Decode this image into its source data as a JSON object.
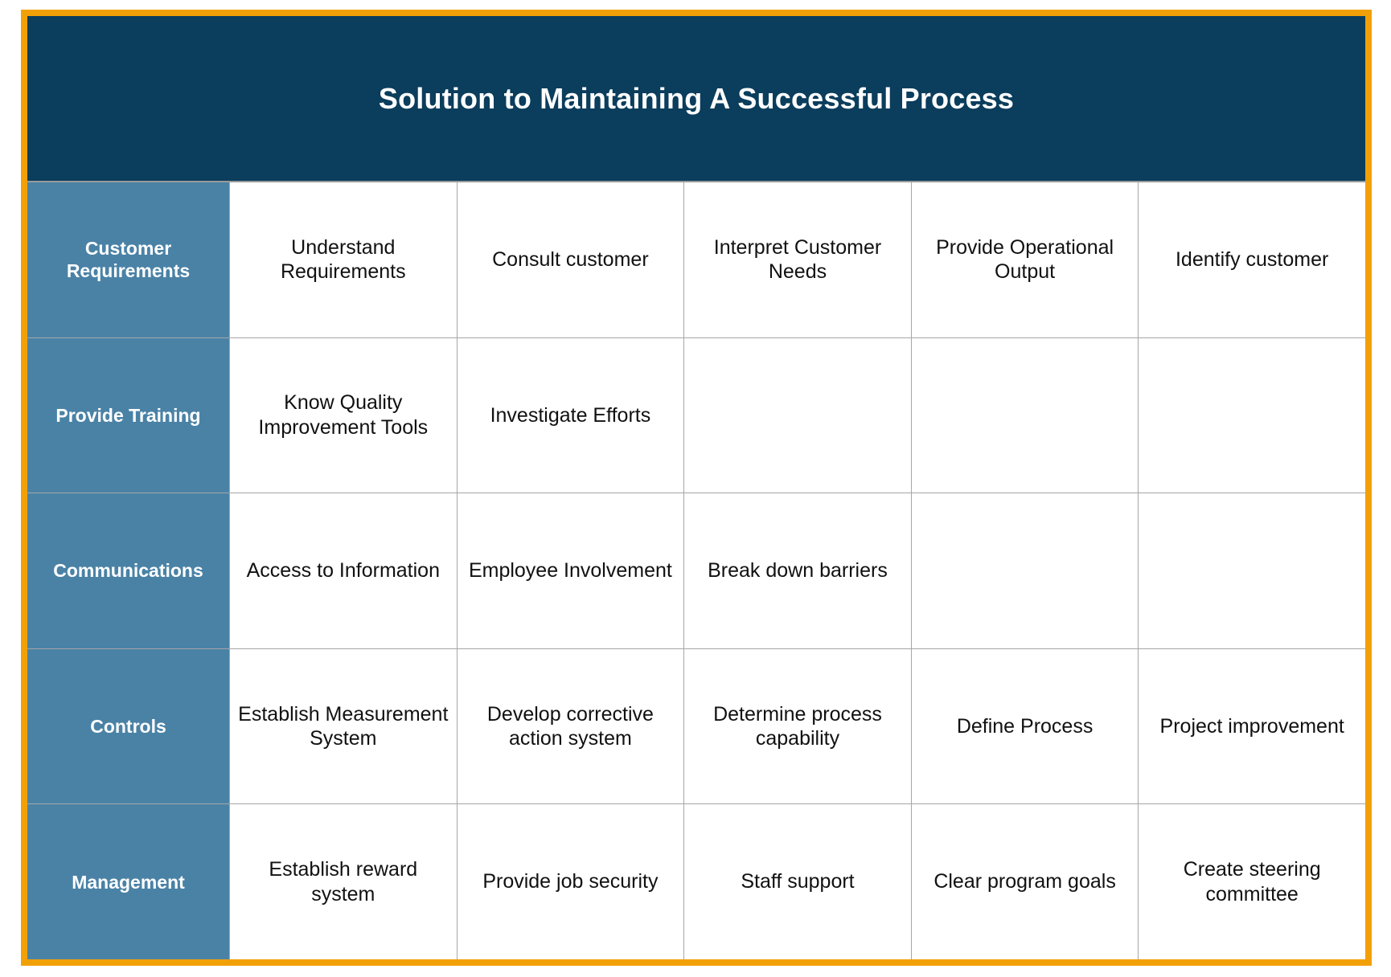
{
  "colors": {
    "outer_border": "#F2A007",
    "title_background": "#0B3D5C",
    "row_header_background": "#4A82A6",
    "cell_background": "#FFFFFF",
    "grid_line": "#A6A6A6",
    "title_text": "#FFFFFF",
    "cell_text": "#111111"
  },
  "title": "Solution to Maintaining A Successful Process",
  "matrix": {
    "column_count": 5,
    "rows": [
      {
        "header": "Customer Requirements",
        "cells": [
          "Understand Requirements",
          "Consult customer",
          "Interpret Customer Needs",
          "Provide Operational Output",
          "Identify customer"
        ]
      },
      {
        "header": "Provide Training",
        "cells": [
          "Know Quality Improvement Tools",
          "Investigate Efforts",
          "",
          "",
          ""
        ]
      },
      {
        "header": "Communications",
        "cells": [
          "Access to Information",
          "Employee Involvement",
          "Break down barriers",
          "",
          ""
        ]
      },
      {
        "header": "Controls",
        "cells": [
          "Establish Measurement System",
          "Develop corrective action system",
          "Determine process capability",
          "Define Process",
          "Project improvement"
        ]
      },
      {
        "header": "Management",
        "cells": [
          "Establish reward system",
          "Provide job security",
          "Staff support",
          "Clear program goals",
          "Create steering committee"
        ]
      }
    ]
  }
}
